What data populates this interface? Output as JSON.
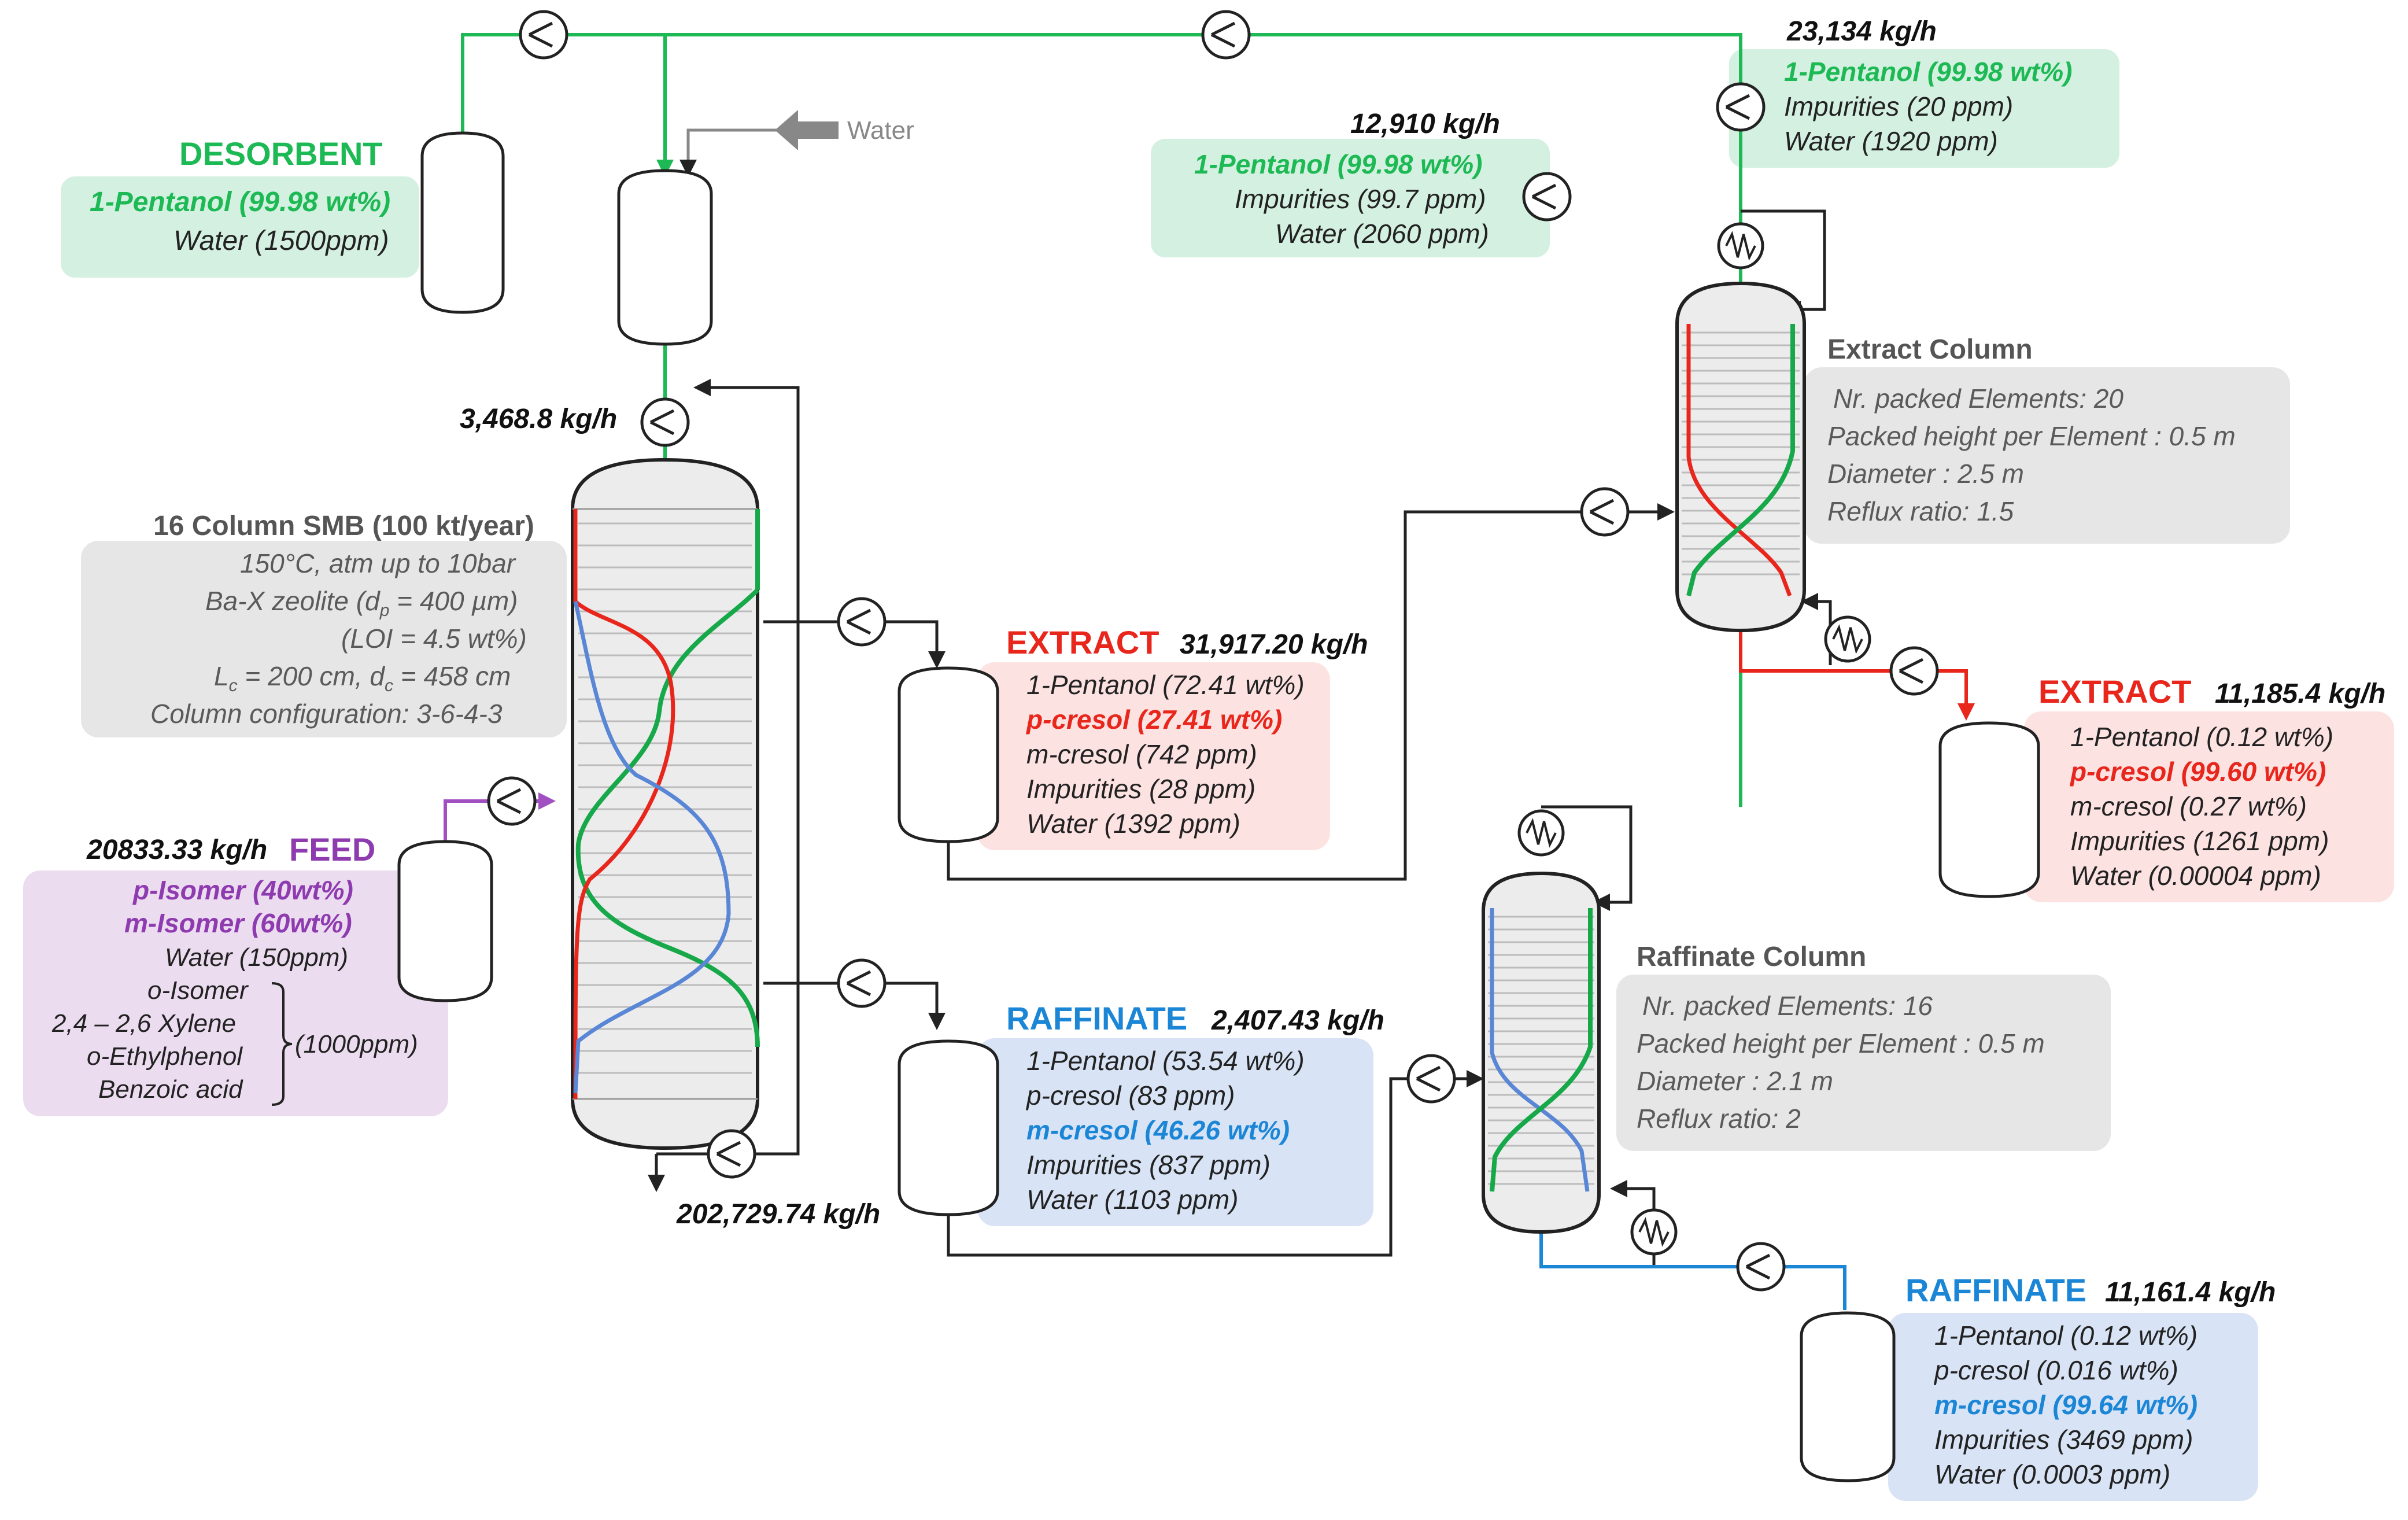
{
  "desorbent": {
    "header": "DESORBENT",
    "line1": "1-Pentanol (99.98 wt%)",
    "line2": "Water (1500ppm)"
  },
  "water_label": "Water",
  "smb_inflow": "3,468.8 kg/h",
  "smb_outflow": "202,729.74 kg/h",
  "smb": {
    "title": "16 Column SMB (100 kt/year)",
    "lines": [
      "150°C, atm up to 10bar",
      "Ba-X zeolite (d",
      "(LOI = 4.5 wt%)",
      "L",
      "Column configuration: 3-6-4-3"
    ],
    "dp_sub": "p",
    "dp_rest": " = 400 µm)",
    "lc_sub": "c",
    "lc_mid": " = 200 cm, d",
    "dc_sub": "c",
    "dc_rest": " = 458 cm"
  },
  "feed": {
    "flow": "20833.33 kg/h",
    "header": "FEED",
    "lines": [
      "p-Isomer (40wt%)",
      "m-Isomer (60wt%)",
      "Water (150ppm)",
      "o-Isomer",
      "2,4 – 2,6 Xylene",
      "o-Ethylphenol",
      "Benzoic acid"
    ],
    "bracket_label": "(1000ppm)"
  },
  "extract1": {
    "header": "EXTRACT",
    "flow": "31,917.20 kg/h",
    "lines": [
      "1-Pentanol (72.41 wt%)",
      "p-cresol (27.41 wt%)",
      "m-cresol (742 ppm)",
      "Impurities (28 ppm)",
      "Water (1392 ppm)"
    ]
  },
  "raffinate1": {
    "header": "RAFFINATE",
    "flow": "2,407.43 kg/h",
    "lines": [
      "1-Pentanol (53.54 wt%)",
      "p-cresol (83 ppm)",
      "m-cresol (46.26 wt%)",
      "Impurities (837 ppm)",
      "Water (1103 ppm)"
    ]
  },
  "recycle_mid": {
    "flow": "12,910 kg/h",
    "lines": [
      "1-Pentanol (99.98 wt%)",
      "Impurities (99.7 ppm)",
      "Water (2060 ppm)"
    ]
  },
  "recycle_top": {
    "flow": "23,134 kg/h",
    "lines": [
      "1-Pentanol (99.98 wt%)",
      "Impurities (20 ppm)",
      "Water (1920 ppm)"
    ]
  },
  "extract_column": {
    "title": "Extract Column",
    "lines": [
      "Nr. packed Elements: 20",
      "Packed height per Element : 0.5 m",
      "Diameter : 2.5 m",
      "Reflux ratio: 1.5"
    ]
  },
  "raffinate_column": {
    "title": "Raffinate Column",
    "lines": [
      "Nr. packed Elements: 16",
      "Packed height per Element : 0.5 m",
      "Diameter : 2.1 m",
      "Reflux ratio: 2"
    ]
  },
  "extract2": {
    "header": "EXTRACT",
    "flow": "11,185.4 kg/h",
    "lines": [
      "1-Pentanol (0.12 wt%)",
      "p-cresol (99.60 wt%)",
      "m-cresol (0.27 wt%)",
      "Impurities (1261 ppm)",
      "Water (0.00004 ppm)"
    ]
  },
  "raffinate2": {
    "header": "RAFFINATE",
    "flow": "11,161.4 kg/h",
    "lines": [
      "1-Pentanol (0.12 wt%)",
      "p-cresol (0.016 wt%)",
      "m-cresol (99.64 wt%)",
      "Impurities (3469 ppm)",
      "Water (0.0003 ppm)"
    ]
  },
  "colors": {
    "green": "#1db954",
    "red": "#e8261c",
    "blue": "#1c86d6",
    "purple": "#8e3bb0",
    "gray_text": "#5a5a5a"
  }
}
